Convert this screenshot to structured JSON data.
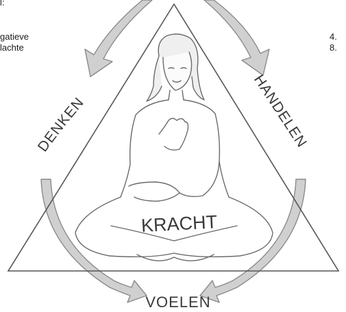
{
  "page_fragments": {
    "top": "l:",
    "left_line_1": "gatieve",
    "left_line_2": "lachte",
    "right_line_1": "4.",
    "right_line_2": "8."
  },
  "diagram": {
    "labels": {
      "left": "DENKEN",
      "right": "HANDELEN",
      "bottom": "VOELEN",
      "center": "KRACHT"
    },
    "colors": {
      "arrow_fill": "#d0d0d0",
      "arrow_stroke": "#8a8a8a",
      "triangle_stroke": "#555555",
      "figure_stroke": "#6a6a6a",
      "label_text": "#3a3a3a"
    }
  }
}
